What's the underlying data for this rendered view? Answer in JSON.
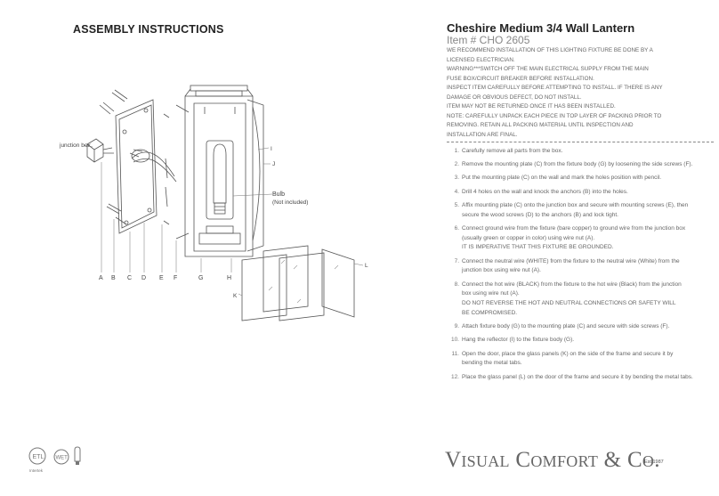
{
  "header": {
    "title": "ASSEMBLY INSTRUCTIONS"
  },
  "product": {
    "name": "Cheshire Medium 3/4 Wall Lantern",
    "item": "Item # CHO 2605"
  },
  "notes": [
    "WE RECOMMEND INSTALLATION OF THIS LIGHTING FIXTURE BE DONE BY A",
    "LICENSED ELECTRICIAN.",
    "WARNING***SWITCH OFF THE MAIN ELECTRICAL SUPPLY FROM THE MAIN",
    "FUSE BOX/CIRCUIT BREAKER BEFORE INSTALLATION.",
    "INSPECT ITEM CAREFULLY BEFORE ATTEMPTING TO INSTALL. IF THERE IS ANY",
    "DAMAGE OR OBVIOUS DEFECT, DO NOT INSTALL.",
    "ITEM MAY NOT BE RETURNED ONCE IT HAS BEEN INSTALLED.",
    "NOTE:   CAREFULLY UNPACK EACH PIECE IN TOP LAYER OF PACKING PRIOR TO",
    "REMOVING. RETAIN ALL PACKING MATERIAL UNTIL INSPECTION AND",
    "INSTALLATION ARE FINAL."
  ],
  "steps": [
    {
      "n": "1.",
      "lines": [
        "Carefully remove all parts from the box."
      ]
    },
    {
      "n": "2.",
      "lines": [
        "Remove the mounting plate (C) from the fixture body (G) by loosening the side screws (F)."
      ]
    },
    {
      "n": "3.",
      "lines": [
        "Put the mounting plate (C) on the wall and mark the holes position with pencil."
      ]
    },
    {
      "n": "4.",
      "lines": [
        "Drill 4 holes on the wall and knock the anchors (B) into the holes."
      ]
    },
    {
      "n": "5.",
      "lines": [
        "Affix mounting plate (C) onto the junction box and secure with mounting screws (E), then",
        "secure the wood screws (D) to the anchors (B) and lock tight."
      ]
    },
    {
      "n": "6.",
      "lines": [
        "Connect ground wire from the fixture (bare copper) to ground wire from the junction box",
        "(usually green or copper in color) using wire nut (A).",
        "IT IS IMPERATIVE THAT THIS FIXTURE BE GROUNDED."
      ]
    },
    {
      "n": "7.",
      "lines": [
        "Connect the neutral wire (WHITE) from the fixture to the neutral wire (White) from the",
        "junction box using wire nut (A)."
      ]
    },
    {
      "n": "8.",
      "lines": [
        "Connect the hot wire (BLACK) from the fixture to the hot wire (Black) from the junction",
        "box using wire nut (A).",
        "DO NOT REVERSE THE HOT AND NEUTRAL CONNECTIONS OR SAFETY WILL",
        "BE COMPROMISED."
      ]
    },
    {
      "n": "9.",
      "lines": [
        "Attach fixture body (G) to the mounting plate (C) and secure with side screws (F)."
      ]
    },
    {
      "n": "10.",
      "lines": [
        "Hang the reflector (I) to the fixture body (G)."
      ]
    },
    {
      "n": "11.",
      "lines": [
        "Open the door, place the glass panels (K) on the side of the frame and secure it by",
        "bending the metal tabs."
      ]
    },
    {
      "n": "12.",
      "lines": [
        "Place the glass panel (L) on the door of the frame and secure it by bending the metal tabs."
      ]
    }
  ],
  "diagram": {
    "junction_box_label": "junction box",
    "bulb_label": "Bulb",
    "bulb_note": "(Not included)",
    "part_letters": [
      "A",
      "B",
      "C",
      "D",
      "E",
      "F",
      "G",
      "H"
    ],
    "label_i": "I",
    "label_j": "J",
    "label_k": "K",
    "label_l": "L"
  },
  "footer": {
    "brand": "Visual Comfort & Co.",
    "est": "Est.1987",
    "cert_mark": "Intertek",
    "wet_label": "WET"
  }
}
